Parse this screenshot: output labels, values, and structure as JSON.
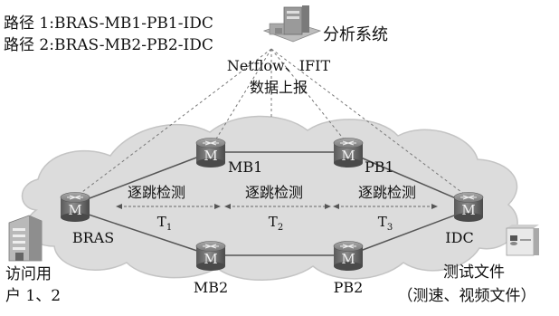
{
  "paths": {
    "path1": "路径 1:BRAS-MB1-PB1-IDC",
    "path2": "路径 2:BRAS-MB2-PB2-IDC"
  },
  "analysis_system": "分析系统",
  "reporting": {
    "protocols": "Netflow、IFIT",
    "action": "数据上报"
  },
  "nodes": {
    "bras": "BRAS",
    "mb1": "MB1",
    "pb1": "PB1",
    "mb2": "MB2",
    "pb2": "PB2",
    "idc": "IDC"
  },
  "router_glyph": "M",
  "hop_detection": [
    "逐跳检测",
    "逐跳检测",
    "逐跳检测"
  ],
  "segments": [
    {
      "base": "T",
      "sub": "1"
    },
    {
      "base": "T",
      "sub": "2"
    },
    {
      "base": "T",
      "sub": "3"
    }
  ],
  "users": {
    "line1": "访问用",
    "line2": "户 1、2"
  },
  "test_files": {
    "line1": "测试文件",
    "line2": "（测速、视频文件）"
  },
  "colors": {
    "cloud": "#dcdcdc",
    "cloud_edge": "#c4c4c4",
    "router": "#6e6e6e",
    "line": "#555555"
  }
}
